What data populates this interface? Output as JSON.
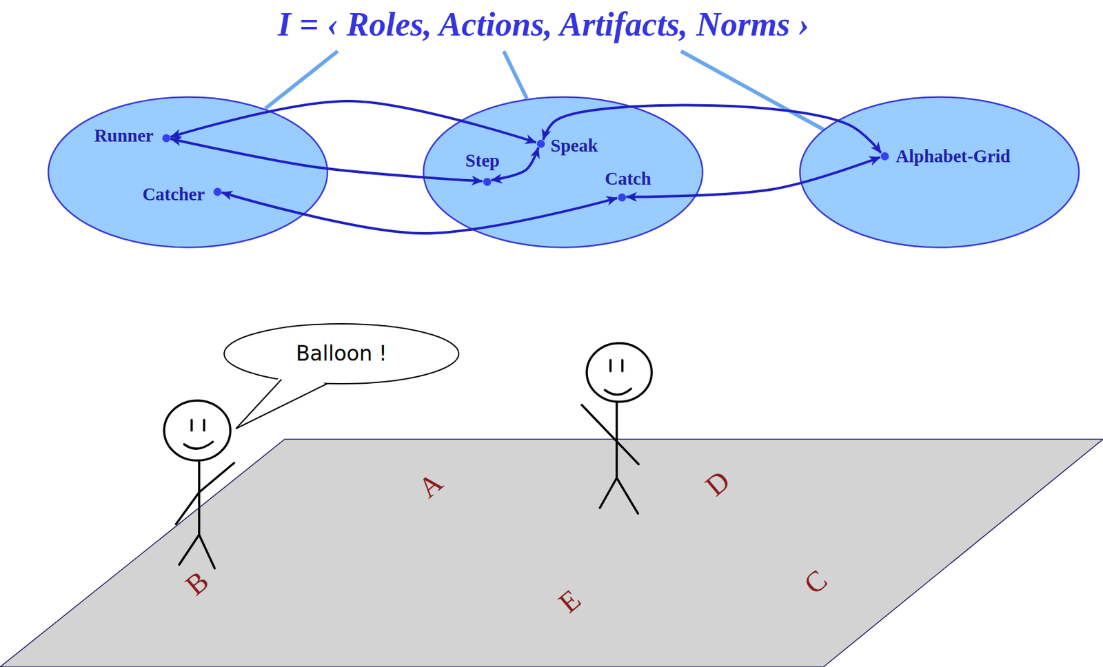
{
  "diagram": {
    "title": "I = ‹ Roles, Actions, Artifacts, Norms ›",
    "nodes": [
      {
        "text": []
      },
      {
        "text": [
          "Runner"
        ],
        "in": 0
      },
      {
        "text": [
          "Catcher"
        ],
        "in": 0
      },
      {
        "text": []
      },
      {
        "text": [
          "Step"
        ],
        "in": 3
      },
      {
        "text": [
          "Speak"
        ],
        "in": 3
      },
      {
        "text": [
          "Catch"
        ],
        "in": 3
      },
      {
        "text": []
      },
      {
        "text": [
          "Alphabet-Grid"
        ],
        "in": 7
      }
    ],
    "edges": [
      {
        "from": 1,
        "to": 5,
        "arrow": "both"
      },
      {
        "from": 1,
        "to": 4,
        "arrow": "both"
      },
      {
        "from": 4,
        "to": 5,
        "arrow": "both"
      },
      {
        "from": 5,
        "to": 8,
        "arrow": "both"
      },
      {
        "from": 6,
        "to": 8,
        "arrow": "both"
      },
      {
        "from": 2,
        "to": 6,
        "arrow": "both"
      }
    ],
    "labels": [
      "Balloon !",
      "A",
      "D",
      "B",
      "E",
      "C"
    ]
  }
}
